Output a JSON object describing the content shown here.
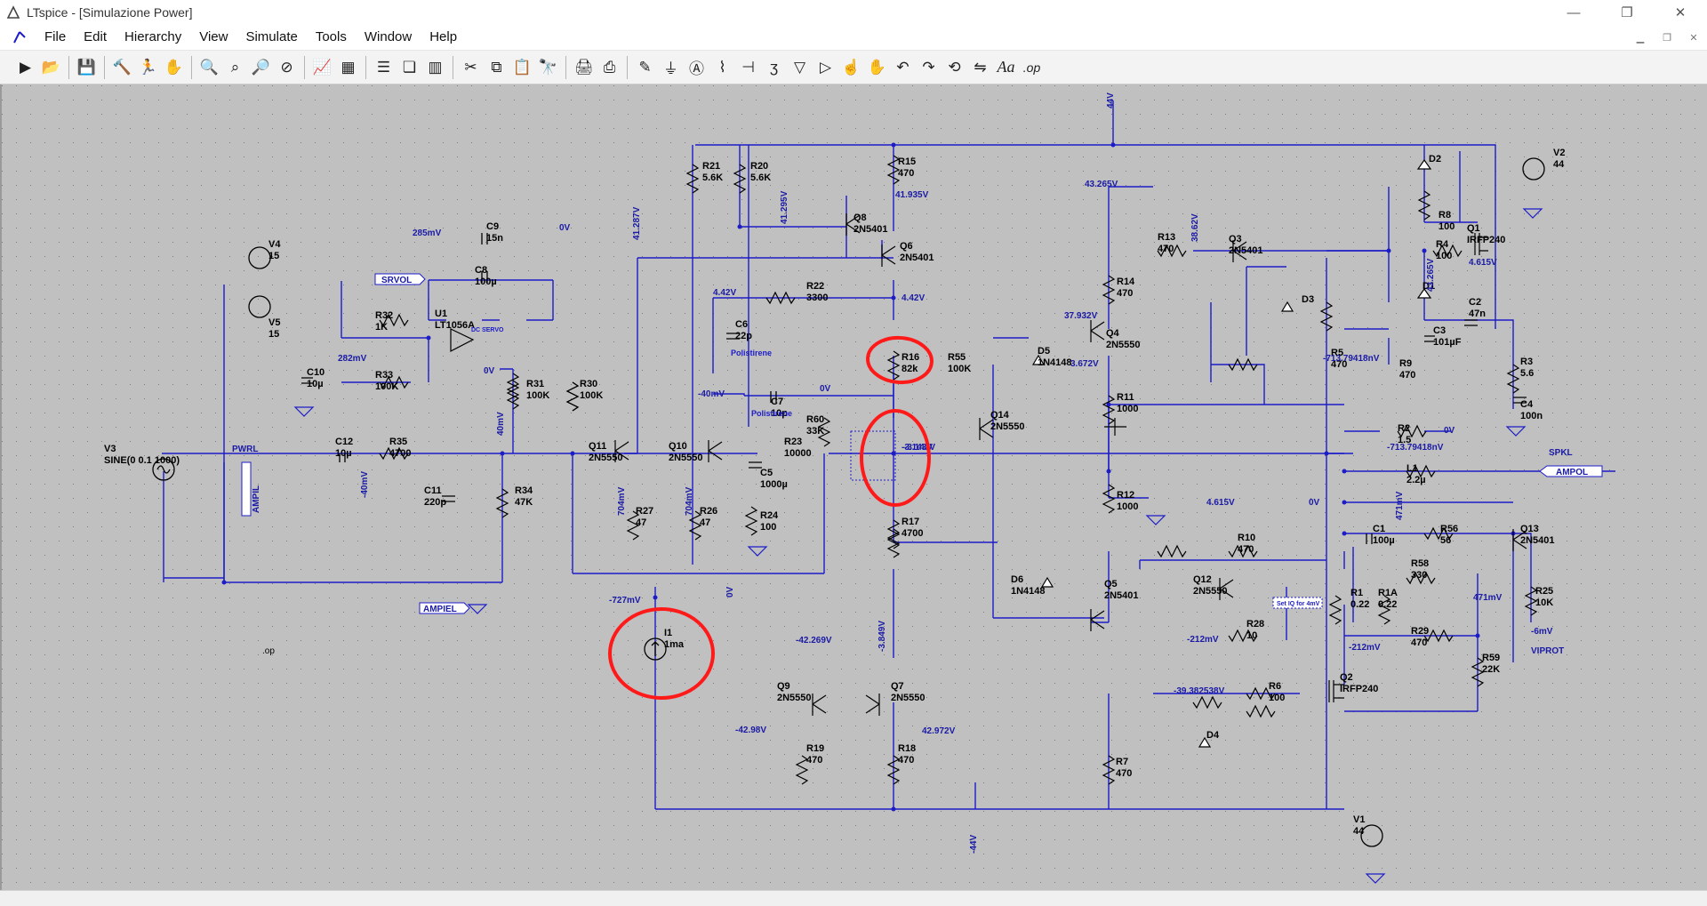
{
  "window": {
    "title": "LTspice - [Simulazione Power]",
    "minimize": "—",
    "restore": "❐",
    "close": "✕"
  },
  "menu": [
    "File",
    "Edit",
    "Hierarchy",
    "View",
    "Simulate",
    "Tools",
    "Window",
    "Help"
  ],
  "toolbar": {
    "op_label": ".op",
    "font_label": "Aa",
    "tools": [
      "run-icon",
      "open-icon",
      "save-icon",
      "control-panel-icon",
      "run-halt-icon",
      "pan-icon",
      "zoom-in-icon",
      "zoom-full-icon",
      "zoom-out-icon",
      "zoom-cancel-icon",
      "plot-icon",
      "plot-settings-icon",
      "tile-horizontal-icon",
      "cascade-icon",
      "tile-vertical-icon",
      "cut-icon",
      "copy-icon",
      "paste-icon",
      "find-icon",
      "print-preview-icon",
      "print-icon",
      "wire-icon",
      "ground-icon",
      "label-icon",
      "resistor-icon",
      "capacitor-icon",
      "inductor-icon",
      "diode-icon",
      "component-icon",
      "move-icon",
      "drag-icon",
      "undo-icon",
      "redo-icon",
      "rotate-icon",
      "mirror-icon",
      "text-icon",
      "spice-directive-icon"
    ]
  },
  "schematic": {
    "components": [
      {
        "ref": "V2",
        "value": "44"
      },
      {
        "ref": "V1",
        "value": "44"
      },
      {
        "ref": "V3",
        "value": "SINE(0 0.1 1000)"
      },
      {
        "ref": "V4",
        "value": "15"
      },
      {
        "ref": "V5",
        "value": "15"
      },
      {
        "ref": "R21",
        "value": "5.6K"
      },
      {
        "ref": "R20",
        "value": "5.6K"
      },
      {
        "ref": "R15",
        "value": "470"
      },
      {
        "ref": "Q8",
        "value": "2N5401"
      },
      {
        "ref": "Q6",
        "value": "2N5401"
      },
      {
        "ref": "R22",
        "value": "3300"
      },
      {
        "ref": "C6",
        "value": "22p"
      },
      {
        "ref": "C7",
        "value": "10p"
      },
      {
        "ref": "R60",
        "value": "33K"
      },
      {
        "ref": "R23",
        "value": "10000"
      },
      {
        "ref": "C5",
        "value": "1000µ"
      },
      {
        "ref": "R24",
        "value": "100"
      },
      {
        "ref": "R16",
        "value": "82k"
      },
      {
        "ref": "R55",
        "value": "100K"
      },
      {
        "ref": "Q14",
        "value": "2N5550"
      },
      {
        "ref": "R17",
        "value": "4700"
      },
      {
        "ref": "Q11",
        "value": "2N5550"
      },
      {
        "ref": "Q10",
        "value": "2N5550"
      },
      {
        "ref": "R27",
        "value": "47"
      },
      {
        "ref": "R26",
        "value": "47"
      },
      {
        "ref": "R30",
        "value": "100K"
      },
      {
        "ref": "C9",
        "value": "15n"
      },
      {
        "ref": "C8",
        "value": "100µ"
      },
      {
        "ref": "U1",
        "value": "LT1056A"
      },
      {
        "ref": "R32",
        "value": "1K"
      },
      {
        "ref": "R33",
        "value": "100K"
      },
      {
        "ref": "C10",
        "value": "10µ"
      },
      {
        "ref": "R31",
        "value": "100K"
      },
      {
        "ref": "C12",
        "value": "10µ"
      },
      {
        "ref": "R35",
        "value": "4700"
      },
      {
        "ref": "C11",
        "value": "220p"
      },
      {
        "ref": "R34",
        "value": "47K"
      },
      {
        "ref": "I1",
        "value": "1ma"
      },
      {
        "ref": "Q9",
        "value": "2N5550"
      },
      {
        "ref": "Q7",
        "value": "2N5550"
      },
      {
        "ref": "R19",
        "value": "470"
      },
      {
        "ref": "R18",
        "value": "470"
      },
      {
        "ref": "R13",
        "value": "470"
      },
      {
        "ref": "Q3",
        "value": "2N5401"
      },
      {
        "ref": "R14",
        "value": "470"
      },
      {
        "ref": "Q4",
        "value": "2N5550"
      },
      {
        "ref": "D5",
        "value": "1N4148"
      },
      {
        "ref": "R11",
        "value": "1000"
      },
      {
        "ref": "R12",
        "value": "1000"
      },
      {
        "ref": "D6",
        "value": "1N4148"
      },
      {
        "ref": "Q5",
        "value": "2N5401"
      },
      {
        "ref": "R7",
        "value": "470"
      },
      {
        "ref": "D4",
        "value": ""
      },
      {
        "ref": "R6",
        "value": "100"
      },
      {
        "ref": "Q2",
        "value": "IRFP240"
      },
      {
        "ref": "Q1",
        "value": "IRFP240"
      },
      {
        "ref": "D2",
        "value": ""
      },
      {
        "ref": "R8",
        "value": "100"
      },
      {
        "ref": "R4",
        "value": "100"
      },
      {
        "ref": "D1",
        "value": ""
      },
      {
        "ref": "C2",
        "value": "47n"
      },
      {
        "ref": "C3",
        "value": "101µF"
      },
      {
        "ref": "D3",
        "value": ""
      },
      {
        "ref": "R5",
        "value": "470"
      },
      {
        "ref": "R9",
        "value": "470"
      },
      {
        "ref": "R3",
        "value": "5.6"
      },
      {
        "ref": "C4",
        "value": "100n"
      },
      {
        "ref": "R2",
        "value": "1.5"
      },
      {
        "ref": "L1",
        "value": "2.2µ"
      },
      {
        "ref": "C1",
        "value": "100µ"
      },
      {
        "ref": "R56",
        "value": "56"
      },
      {
        "ref": "Q13",
        "value": "2N5401"
      },
      {
        "ref": "R10",
        "value": "470"
      },
      {
        "ref": "Q12",
        "value": "2N5550"
      },
      {
        "ref": "R58",
        "value": "330"
      },
      {
        "ref": "R1",
        "value": "0.22"
      },
      {
        "ref": "R1A",
        "value": "0.22"
      },
      {
        "ref": "R28",
        "value": "10"
      },
      {
        "ref": "R29",
        "value": "470"
      },
      {
        "ref": "R25",
        "value": "10K"
      },
      {
        "ref": "R59",
        "value": "22K"
      }
    ],
    "nets": [
      "44V",
      "-44V",
      "41.935V",
      "41.287V",
      "41.295V",
      "4.42V",
      "4.42V",
      "-40mV",
      "0V",
      "-3.143V",
      "-3.143V",
      "285mV",
      "282mV",
      "0V",
      "0V",
      "-40mV",
      "40mV",
      "-727mV",
      "704mV",
      "704mV",
      "-42.269V",
      "-3.849V",
      "-42.98V",
      "42.972V",
      "43.265V",
      "38.62V",
      "37.932V",
      "3.672V",
      "-713.79418nV",
      "-713.79418nV",
      "4.615V",
      "43.265V",
      "4.615V",
      "0V",
      "0V",
      "471mV",
      "-212mV",
      "-212mV",
      "471mV",
      "-6mV",
      "-39.382538V",
      "0V"
    ],
    "labels": {
      "srvol": "SRVOL",
      "pwrl": "PWRL",
      "ampil": "AMPIL",
      "ampiel": "AMPIEL",
      "spkl": "SPKL",
      "ampol": "AMPOL",
      "viprot": "VIPROT",
      "op": ".op",
      "polistirene1": "Polistirene",
      "polistirene2": "Polistirene",
      "dc_servo": "DC SERVO",
      "bias": "Set IQ for 4mV"
    },
    "annotation_color": "#ff1a1a",
    "wire_color": "#1c1cc8"
  }
}
